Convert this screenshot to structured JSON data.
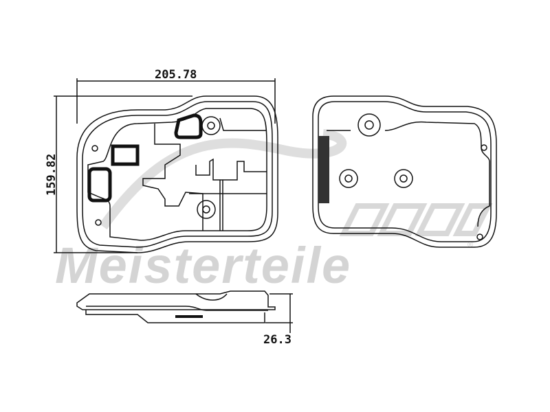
{
  "drawing": {
    "dimensions": {
      "width": "205.78",
      "height": "159.82",
      "thickness": "26.3"
    },
    "watermark": {
      "brand": "Meisterteile",
      "registered_mark": "®"
    }
  }
}
